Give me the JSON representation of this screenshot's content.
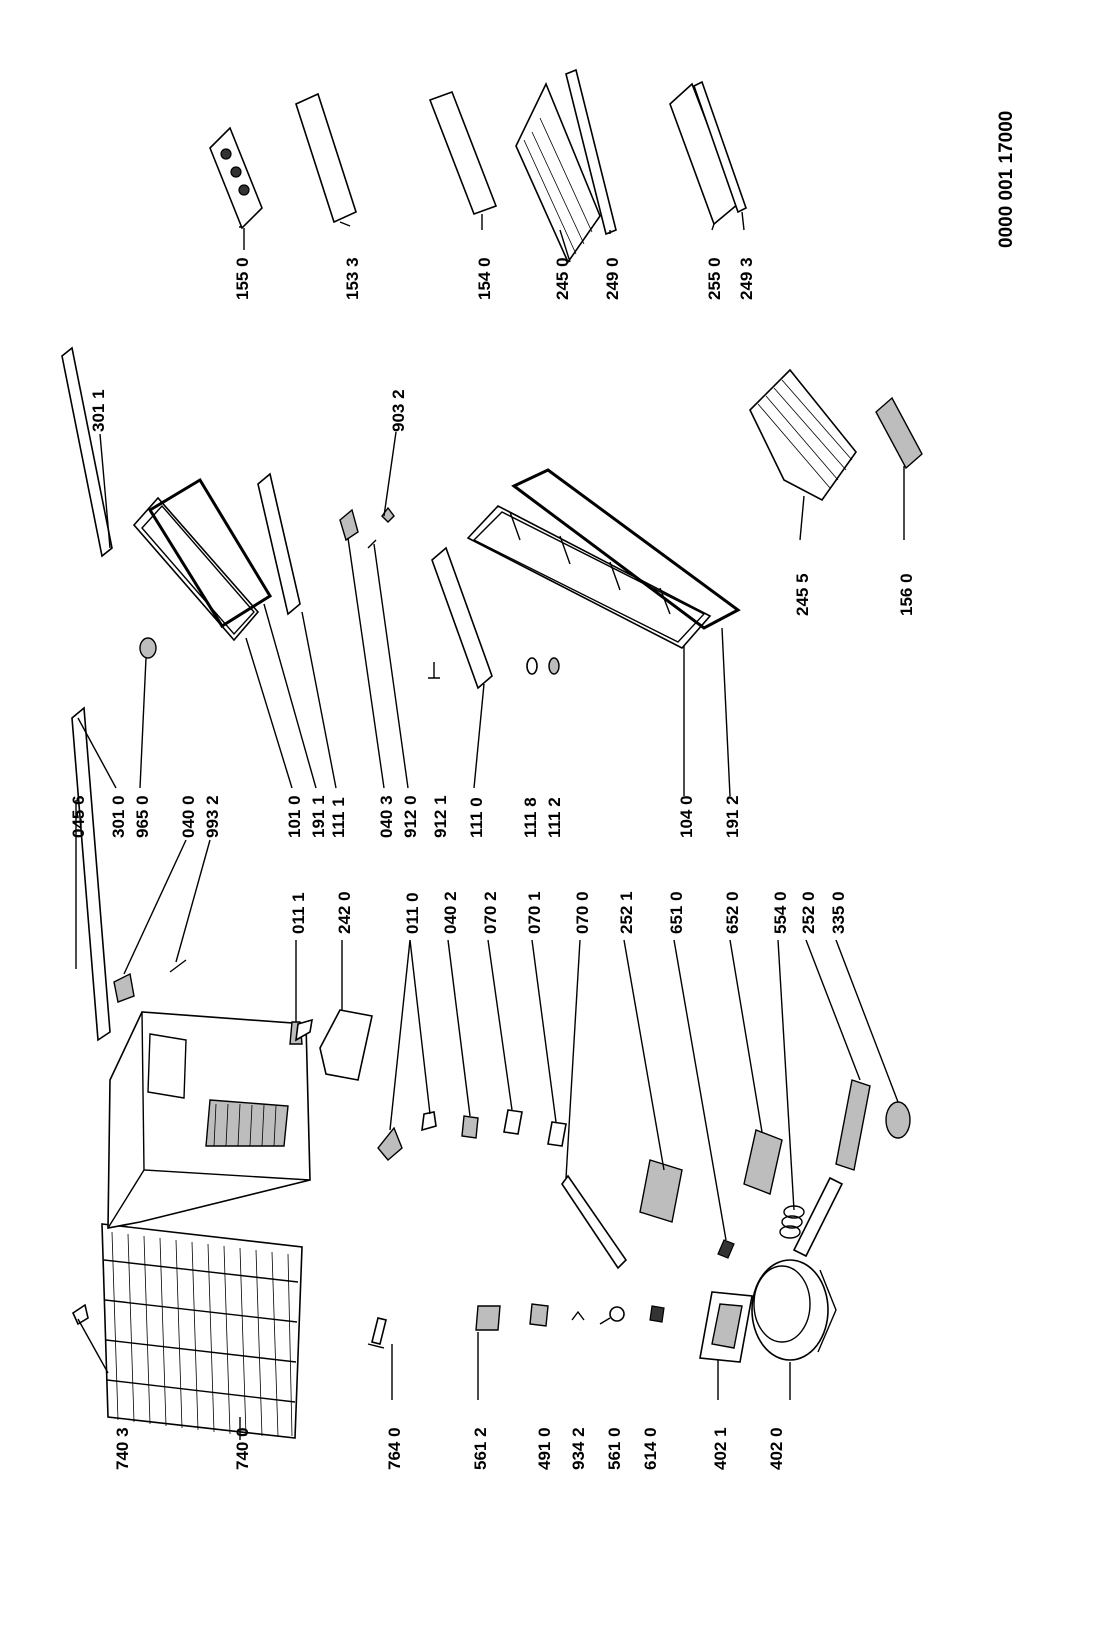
{
  "document_code": "0000 001 17000",
  "labels": [
    {
      "id": "p7403",
      "text": "740 3"
    },
    {
      "id": "p7400",
      "text": "740 0"
    },
    {
      "id": "p7640",
      "text": "764 0"
    },
    {
      "id": "p5612",
      "text": "561 2"
    },
    {
      "id": "p4910",
      "text": "491 0"
    },
    {
      "id": "p9342",
      "text": "934 2"
    },
    {
      "id": "p5610",
      "text": "561 0"
    },
    {
      "id": "p6140",
      "text": "614 0"
    },
    {
      "id": "p4021",
      "text": "402 1"
    },
    {
      "id": "p4020",
      "text": "402 0"
    },
    {
      "id": "p0111",
      "text": "011 1"
    },
    {
      "id": "p2420",
      "text": "242 0"
    },
    {
      "id": "p0110",
      "text": "011 0"
    },
    {
      "id": "p0402",
      "text": "040 2"
    },
    {
      "id": "p0702",
      "text": "070 2"
    },
    {
      "id": "p0701",
      "text": "070 1"
    },
    {
      "id": "p0700",
      "text": "070 0"
    },
    {
      "id": "p2521",
      "text": "252 1"
    },
    {
      "id": "p6510",
      "text": "651 0"
    },
    {
      "id": "p6520",
      "text": "652 0"
    },
    {
      "id": "p5540",
      "text": "554 0"
    },
    {
      "id": "p2520",
      "text": "252 0"
    },
    {
      "id": "p3350",
      "text": "335 0"
    },
    {
      "id": "p0456",
      "text": "045 6"
    },
    {
      "id": "p3010",
      "text": "301 0"
    },
    {
      "id": "p9650",
      "text": "965 0"
    },
    {
      "id": "p0400",
      "text": "040 0"
    },
    {
      "id": "p9932",
      "text": "993 2"
    },
    {
      "id": "p1010",
      "text": "101 0"
    },
    {
      "id": "p1911",
      "text": "191 1"
    },
    {
      "id": "p1111",
      "text": "111 1"
    },
    {
      "id": "p0403",
      "text": "040 3"
    },
    {
      "id": "p9120",
      "text": "912 0"
    },
    {
      "id": "p9121",
      "text": "912 1"
    },
    {
      "id": "p1110",
      "text": "111 0"
    },
    {
      "id": "p1118",
      "text": "111 8"
    },
    {
      "id": "p1112",
      "text": "111 2"
    },
    {
      "id": "p1040",
      "text": "104 0"
    },
    {
      "id": "p1912",
      "text": "191 2"
    },
    {
      "id": "p3011",
      "text": "301 1"
    },
    {
      "id": "p9032",
      "text": "903 2"
    },
    {
      "id": "p2455",
      "text": "245 5"
    },
    {
      "id": "p1560",
      "text": "156 0"
    },
    {
      "id": "p1550",
      "text": "155 0"
    },
    {
      "id": "p1533",
      "text": "153 3"
    },
    {
      "id": "p1540",
      "text": "154 0"
    },
    {
      "id": "p2450",
      "text": "245 0"
    },
    {
      "id": "p2490",
      "text": "249 0"
    },
    {
      "id": "p2550",
      "text": "255 0"
    },
    {
      "id": "p2493",
      "text": "249 3"
    }
  ]
}
